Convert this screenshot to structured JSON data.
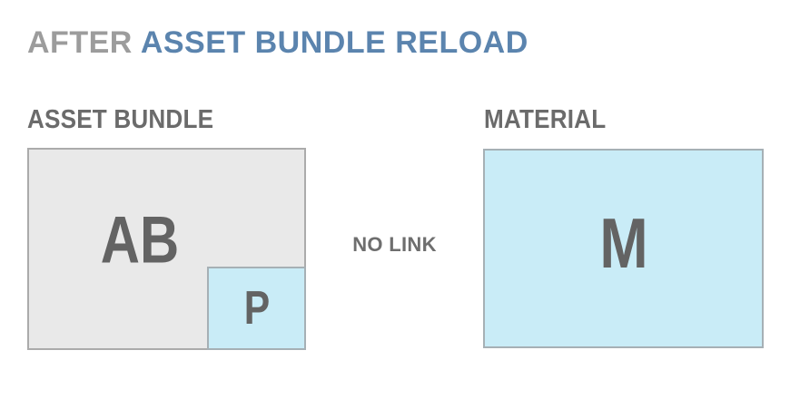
{
  "title": {
    "prefix": "AFTER",
    "highlight": "ASSET BUNDLE RELOAD"
  },
  "asset_bundle": {
    "label": "ASSET BUNDLE",
    "bundle_letter": "AB",
    "prefab_letter": "P"
  },
  "relation": {
    "label": "NO LINK"
  },
  "material": {
    "label": "MATERIAL",
    "material_letter": "M"
  },
  "colors": {
    "title_prefix": "#9c9c9c",
    "title_highlight": "#5b84ae",
    "label_text": "#6b6b6b",
    "letter_text": "#636363",
    "gray_box_fill": "#e9e9e9",
    "blue_box_fill": "#c9ecf7",
    "gray_box_border": "#ababab",
    "blue_box_border": "#a6b0b5",
    "background": "#ffffff"
  }
}
